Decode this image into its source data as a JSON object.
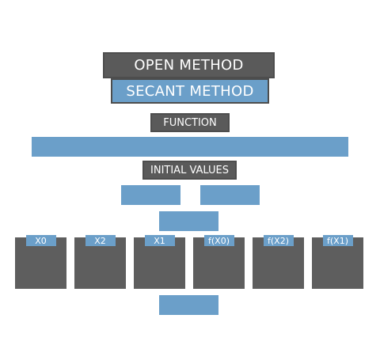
{
  "header": {
    "open_method": "OPEN METHOD",
    "secant_method": "SECANT METHOD"
  },
  "function": {
    "label": "FUNCTION",
    "value": ""
  },
  "initial_values": {
    "label": "INITIAL VALUES",
    "x0_value": "",
    "x1_value": ""
  },
  "compute_button": {
    "label": ""
  },
  "columns": [
    {
      "label": "X0",
      "value": ""
    },
    {
      "label": "X2",
      "value": ""
    },
    {
      "label": "X1",
      "value": ""
    },
    {
      "label": "f(X0)",
      "value": ""
    },
    {
      "label": "f(X2)",
      "value": ""
    },
    {
      "label": "f(X1)",
      "value": ""
    }
  ],
  "reset_button": {
    "label": ""
  },
  "colors": {
    "accent_blue": "#6b9fc9",
    "header_gray": "#5a5a5a",
    "panel_gray": "#5e5e5e",
    "background": "#ffffff"
  }
}
